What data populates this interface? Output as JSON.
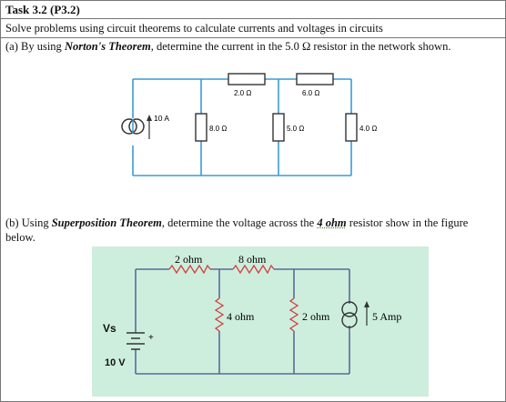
{
  "task": {
    "title": "Task 3.2 (P3.2)",
    "objective": "Solve problems using circuit theorems to calculate currents and voltages in circuits"
  },
  "part_a": {
    "prefix": "(a) By using ",
    "theorem": "Norton's Theorem",
    "suffix": ", determine the current in the 5.0 Ω resistor in the network shown.",
    "circuit": {
      "source_label": "10 A",
      "r_series_1": "2.0 Ω",
      "r_series_2": "6.0 Ω",
      "r_shunt_1": "8.0 Ω",
      "r_shunt_2": "5.0 Ω",
      "r_shunt_3": "4.0 Ω"
    }
  },
  "part_b": {
    "prefix": "(b) Using ",
    "theorem": "Superposition Theorem",
    "middle": ", determine the voltage across the ",
    "target": "4 ohm",
    "suffix": " resistor show in the figure below.",
    "circuit": {
      "top_r1": "2 ohm",
      "top_r2": "8 ohm",
      "mid_r1": "4 ohm",
      "mid_r2": "2 ohm",
      "current_source": "5 Amp",
      "vs_label": "Vs",
      "vs_value": "10 V",
      "plus": "+"
    }
  },
  "colors": {
    "wire_a": "#3a9bd5",
    "panel_b": "#cdeedd",
    "wire_b": "#5b6a9a",
    "resistor_b": "#d04040"
  }
}
